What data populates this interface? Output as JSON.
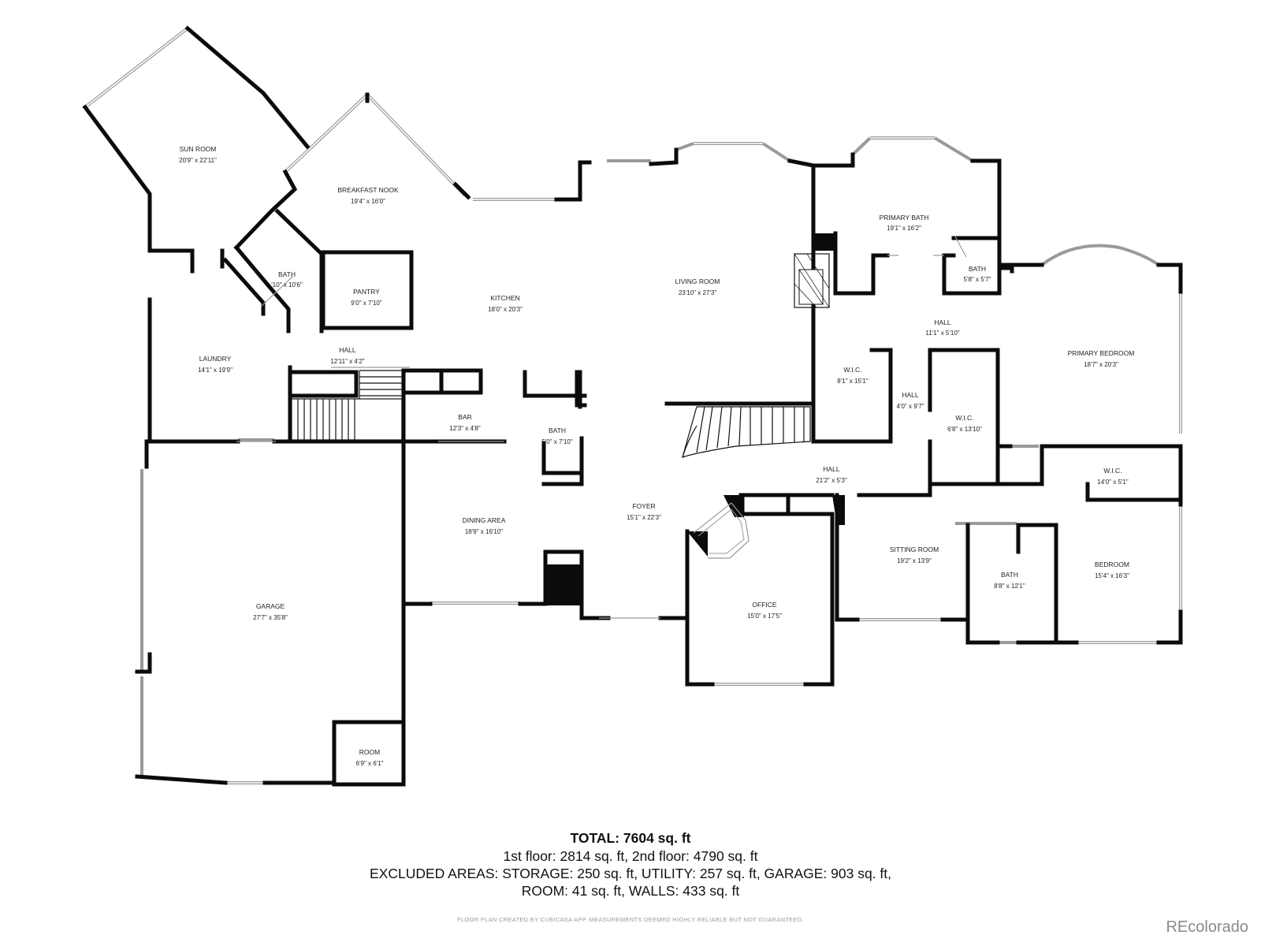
{
  "rooms": [
    {
      "name": "SUN ROOM",
      "dims": "20'9\" x 22'11\""
    },
    {
      "name": "BREAKFAST NOOK",
      "dims": "19'4\" x 16'0\""
    },
    {
      "name": "BATH",
      "dims": "'10\" x 10'6\""
    },
    {
      "name": "PANTRY",
      "dims": "9'0\" x 7'10\""
    },
    {
      "name": "KITCHEN",
      "dims": "18'0\" x 20'3\""
    },
    {
      "name": "LIVING ROOM",
      "dims": "23'10\" x 27'3\""
    },
    {
      "name": "PRIMARY BATH",
      "dims": "19'1\" x 16'2\""
    },
    {
      "name": "BATH",
      "dims": "5'8\" x 5'7\""
    },
    {
      "name": "LAUNDRY",
      "dims": "14'1\" x 19'9\""
    },
    {
      "name": "HALL",
      "dims": "12'11\" x 4'2\""
    },
    {
      "name": "HALL",
      "dims": "11'1\" x 5'10\""
    },
    {
      "name": "PRIMARY BEDROOM",
      "dims": "18'7\" x 20'3\""
    },
    {
      "name": "W.I.C.",
      "dims": "8'1\" x 15'1\""
    },
    {
      "name": "HALL",
      "dims": "4'0\" x 9'7\""
    },
    {
      "name": "W.I.C.",
      "dims": "6'8\" x 13'10\""
    },
    {
      "name": "BAR",
      "dims": "12'3\" x 4'8\""
    },
    {
      "name": "BATH",
      "dims": "5'0\" x 7'10\""
    },
    {
      "name": "HALL",
      "dims": "21'2\" x 5'3\""
    },
    {
      "name": "W.I.C.",
      "dims": "14'0\" x 5'1\""
    },
    {
      "name": "DINING AREA",
      "dims": "18'9\" x 16'10\""
    },
    {
      "name": "FOYER",
      "dims": "15'1\" x 22'3\""
    },
    {
      "name": "SITTING ROOM",
      "dims": "19'2\" x 13'9\""
    },
    {
      "name": "BEDROOM",
      "dims": "15'4\" x 16'3\""
    },
    {
      "name": "BATH",
      "dims": "8'8\" x 12'1\""
    },
    {
      "name": "OFFICE",
      "dims": "15'0\" x 17'5\""
    },
    {
      "name": "GARAGE",
      "dims": "27'7\" x 35'8\""
    },
    {
      "name": "ROOM",
      "dims": "6'9\" x 6'1\""
    }
  ],
  "summary": {
    "total": "TOTAL: 7604 sq. ft",
    "line1": "1st floor: 2814 sq. ft, 2nd floor: 4790 sq. ft",
    "line2": "EXCLUDED AREAS: STORAGE: 250 sq. ft, UTILITY: 257 sq. ft, GARAGE: 903 sq. ft,",
    "line3": "ROOM: 41 sq. ft, WALLS: 433 sq. ft"
  },
  "disclaimer": "FLOOR PLAN CREATED BY CUBICASA APP. MEASUREMENTS DEEMED HIGHLY RELIABLE BUT NOT GUARANTEED.",
  "brand": "REcolorado"
}
